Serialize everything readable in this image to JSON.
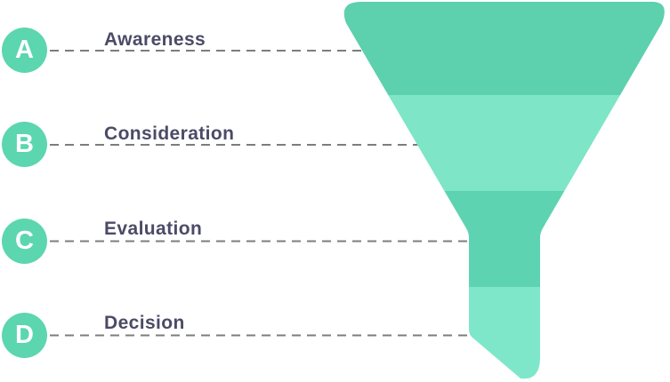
{
  "stages": [
    {
      "letter": "A",
      "label": "Awareness"
    },
    {
      "letter": "B",
      "label": "Consideration"
    },
    {
      "letter": "C",
      "label": "Evaluation"
    },
    {
      "letter": "D",
      "label": "Decision"
    }
  ],
  "funnel": {
    "segment_colors": [
      "#5dd0ae",
      "#7ee5c7",
      "#5ed3b1",
      "#7fe7c9"
    ],
    "segment_stages": [
      "Awareness",
      "Consideration",
      "Evaluation",
      "Decision"
    ]
  },
  "colors": {
    "background": "#ffffff",
    "circle_bg": "#5cd6ae",
    "circle_letter": "#ffffff",
    "label_text": "#4b4b67",
    "dash_line": "#7d7d7d"
  }
}
